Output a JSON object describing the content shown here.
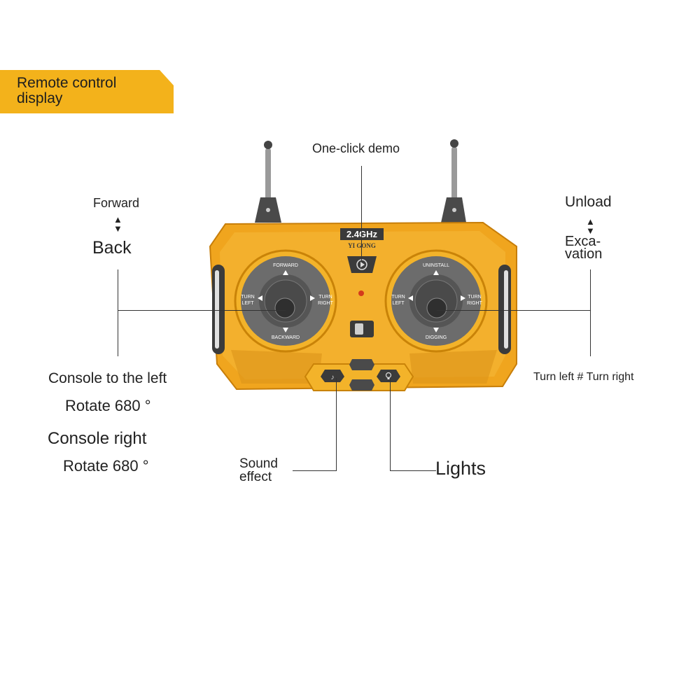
{
  "banner": {
    "line1": "Remote control",
    "line2": "display"
  },
  "labels": {
    "one_click_demo": "One-click demo",
    "forward": "Forward",
    "back": "Back",
    "unload": "Unload",
    "excavation_1": "Exca-",
    "excavation_2": "vation",
    "console_left": "Console to the left",
    "rotate_1": "Rotate 680 °",
    "console_right": "Console right",
    "rotate_2": "Rotate 680 °",
    "turn_left_right": "Turn left # Turn right",
    "sound_1": "Sound",
    "sound_2": "effect",
    "lights": "Lights"
  },
  "remote": {
    "badge_freq": "2.4GHz",
    "badge_brand": "YI GONG",
    "left_dial": {
      "top": "FORWARD",
      "bottom": "BACKWARD",
      "left_1": "TURN",
      "left_2": "LEFT",
      "right_1": "TURN",
      "right_2": "RIGHT"
    },
    "right_dial": {
      "top": "UNINSTALL",
      "bottom": "DIGGING",
      "left_1": "TURN",
      "left_2": "LEFT",
      "right_1": "TURN",
      "right_2": "RIGHT"
    }
  },
  "colors": {
    "banner": "#f3b21b",
    "body": "#f0a51e",
    "dial": "#6c6c6c"
  }
}
